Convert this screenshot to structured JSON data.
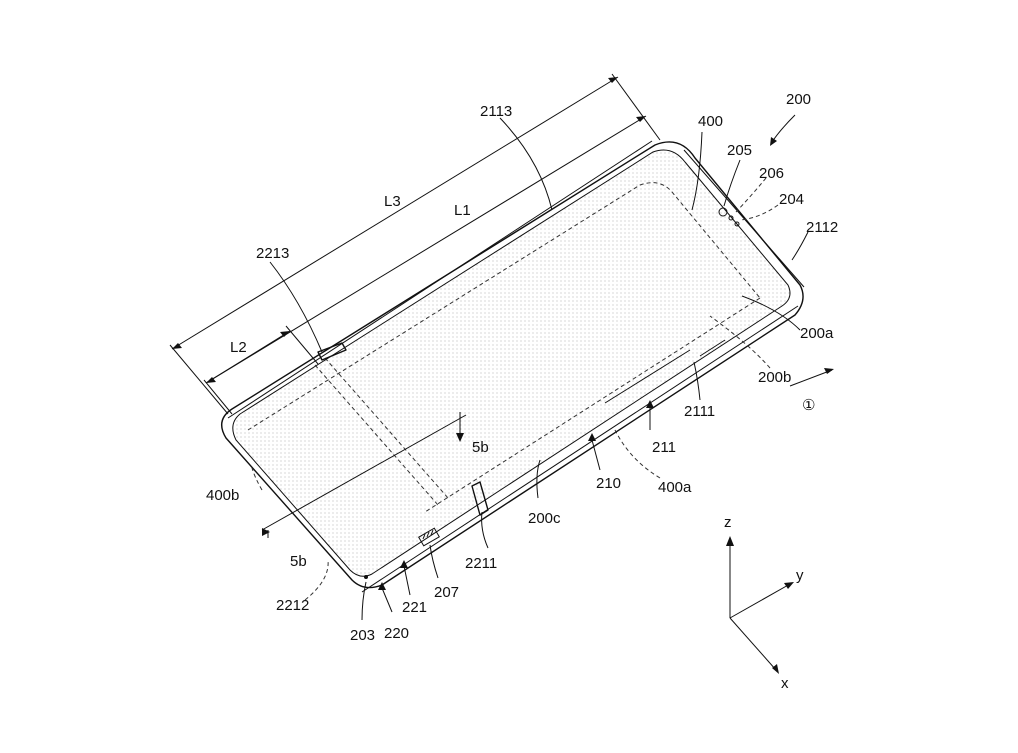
{
  "figure": {
    "labels": {
      "n200": "200",
      "n400": "400",
      "n2113": "2113",
      "n205": "205",
      "n206": "206",
      "n204": "204",
      "n2112": "2112",
      "nL3": "L3",
      "nL1": "L1",
      "n2213": "2213",
      "nL2": "L2",
      "n200a": "200a",
      "n200b": "200b",
      "circled1": "①",
      "n2111": "2111",
      "n211": "211",
      "n5b_top": "5b",
      "n210": "210",
      "n400a": "400a",
      "n400b": "400b",
      "n200c": "200c",
      "n2211": "2211",
      "n5b_bottom": "5b",
      "n207": "207",
      "n221": "221",
      "n2212": "2212",
      "n203": "203",
      "n220": "220",
      "axis_z": "z",
      "axis_y": "y",
      "axis_x": "x"
    }
  }
}
